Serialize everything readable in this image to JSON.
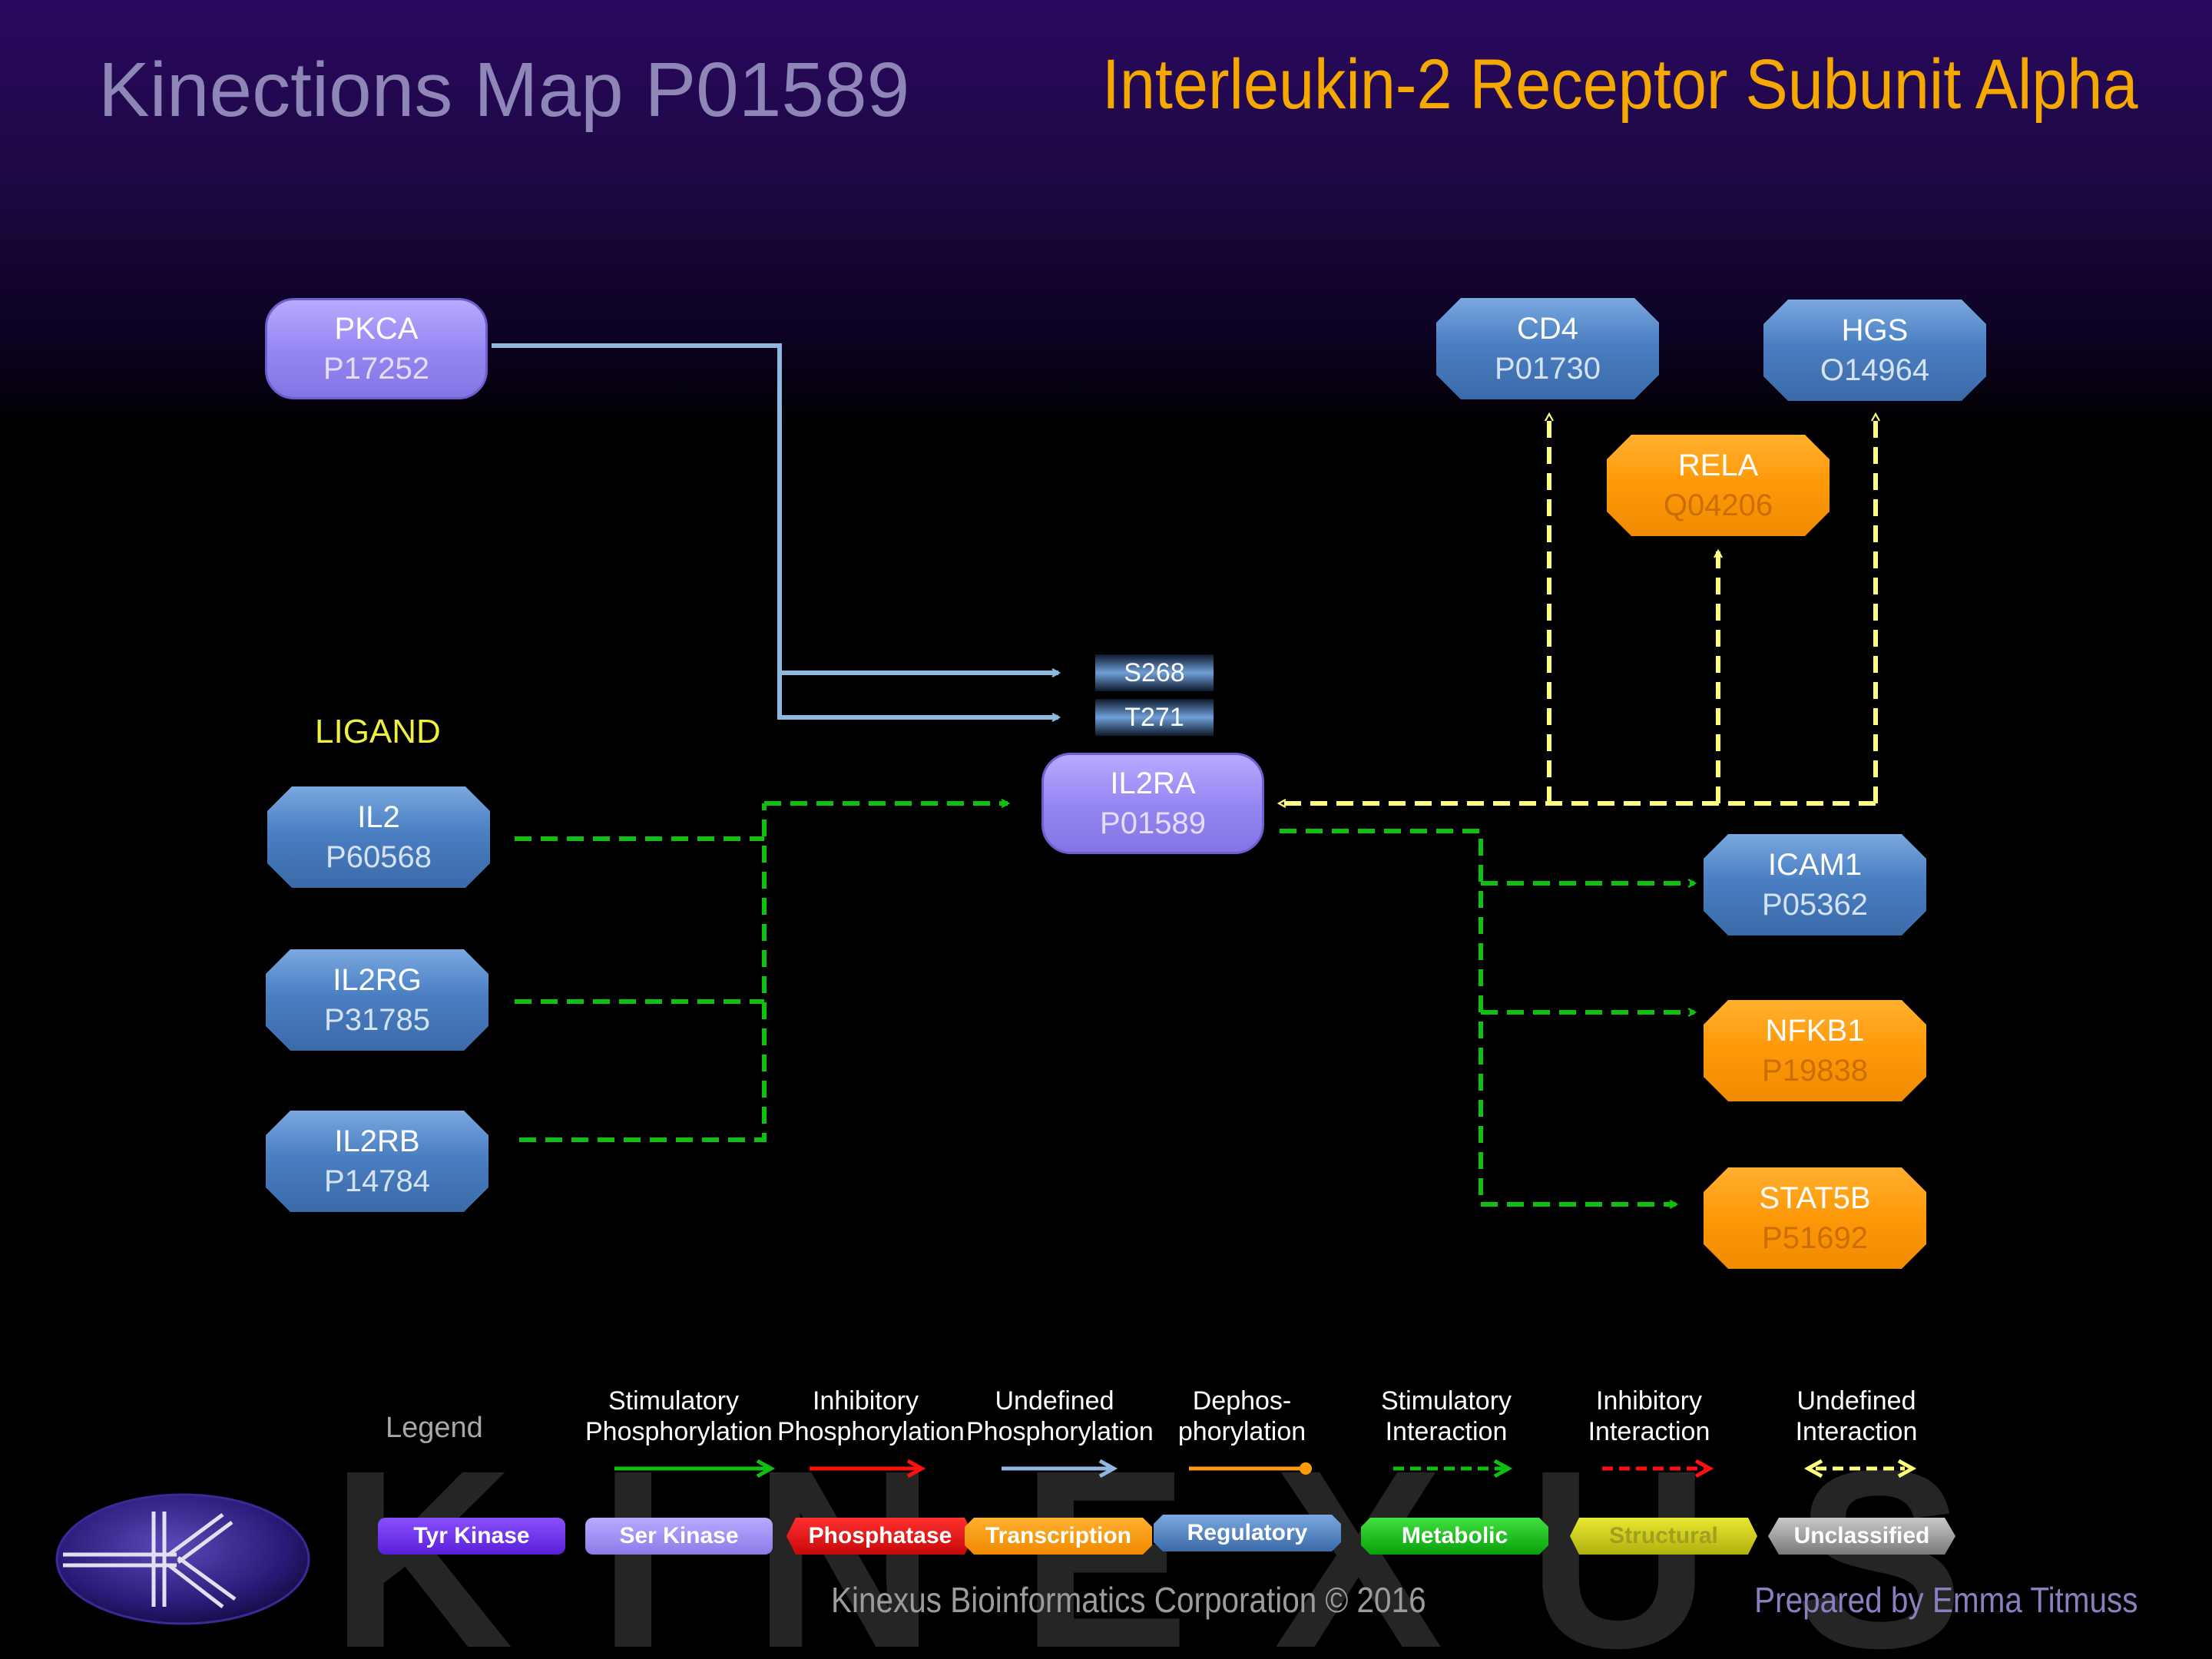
{
  "header": {
    "title": "Kinections Map P01589",
    "protein_name": "Interleukin-2 Receptor Subunit Alpha"
  },
  "watermark": "KINEXUS",
  "ligand_label": "LIGAND",
  "nodes": {
    "pkca": {
      "name": "PKCA",
      "id": "P17252",
      "type": "Ser Kinase"
    },
    "cd4": {
      "name": "CD4",
      "id": "P01730",
      "type": "Regulatory"
    },
    "hgs": {
      "name": "HGS",
      "id": "O14964",
      "type": "Regulatory"
    },
    "rela": {
      "name": "RELA",
      "id": "Q04206",
      "type": "Transcription"
    },
    "il2ra": {
      "name": "IL2RA",
      "id": "P01589",
      "type": "Ser Kinase"
    },
    "il2": {
      "name": "IL2",
      "id": "P60568",
      "type": "Regulatory"
    },
    "il2rg": {
      "name": "IL2RG",
      "id": "P31785",
      "type": "Regulatory"
    },
    "il2rb": {
      "name": "IL2RB",
      "id": "P14784",
      "type": "Regulatory"
    },
    "icam1": {
      "name": "ICAM1",
      "id": "P05362",
      "type": "Regulatory"
    },
    "nfkb1": {
      "name": "NFKB1",
      "id": "P19838",
      "type": "Transcription"
    },
    "stat5b": {
      "name": "STAT5B",
      "id": "P51692",
      "type": "Transcription"
    }
  },
  "sites": {
    "s268": "S268",
    "t271": "T271"
  },
  "edges": [
    {
      "from": "PKCA",
      "to": "S268",
      "kind": "Undefined Phosphorylation"
    },
    {
      "from": "PKCA",
      "to": "T271",
      "kind": "Undefined Phosphorylation"
    },
    {
      "from": "IL2",
      "to": "IL2RA",
      "kind": "Stimulatory Interaction"
    },
    {
      "from": "IL2RG",
      "to": "IL2RA",
      "kind": "Stimulatory Interaction"
    },
    {
      "from": "IL2RB",
      "to": "IL2RA",
      "kind": "Stimulatory Interaction"
    },
    {
      "from": "IL2RA",
      "to": "ICAM1",
      "kind": "Stimulatory Interaction"
    },
    {
      "from": "IL2RA",
      "to": "NFKB1",
      "kind": "Stimulatory Interaction"
    },
    {
      "from": "IL2RA",
      "to": "STAT5B",
      "kind": "Stimulatory Interaction"
    },
    {
      "from": "IL2RA",
      "to": "CD4",
      "kind": "Undefined Interaction"
    },
    {
      "from": "IL2RA",
      "to": "RELA",
      "kind": "Undefined Interaction"
    },
    {
      "from": "IL2RA",
      "to": "HGS",
      "kind": "Undefined Interaction"
    }
  ],
  "legend": {
    "title": "Legend",
    "arrows": [
      {
        "line1": "Stimulatory",
        "line2": "Phosphorylation",
        "color": "#00c000"
      },
      {
        "line1": "Inhibitory",
        "line2": "Phosphorylation",
        "color": "#ff0000"
      },
      {
        "line1": "Undefined",
        "line2": "Phosphorylation",
        "color": "#8fb8e0"
      },
      {
        "line1": "Dephos-",
        "line2": "phorylation",
        "color": "#ff9a0a"
      },
      {
        "line1": "Stimulatory",
        "line2": "Interaction",
        "color": "#00c000"
      },
      {
        "line1": "Inhibitory",
        "line2": "Interaction",
        "color": "#ff0000"
      },
      {
        "line1": "Undefined",
        "line2": "Interaction",
        "color": "#ffff80"
      }
    ],
    "categories": [
      {
        "label": "Tyr Kinase",
        "color": "#6a2ce8"
      },
      {
        "label": "Ser Kinase",
        "color": "#9a8cf0"
      },
      {
        "label": "Phosphatase",
        "color": "#e01010"
      },
      {
        "label": "Transcription",
        "color": "#ff9a0a"
      },
      {
        "label": "Regulatory",
        "color": "#4a7fc2"
      },
      {
        "label": "Metabolic",
        "color": "#10c010"
      },
      {
        "label": "Structural",
        "color": "#c8c818"
      },
      {
        "label": "Unclassified",
        "color": "#a0a0a0"
      }
    ]
  },
  "footer": {
    "credit": "Kinexus Bioinformatics Corporation © 2016",
    "author": "Prepared by Emma Titmuss"
  }
}
